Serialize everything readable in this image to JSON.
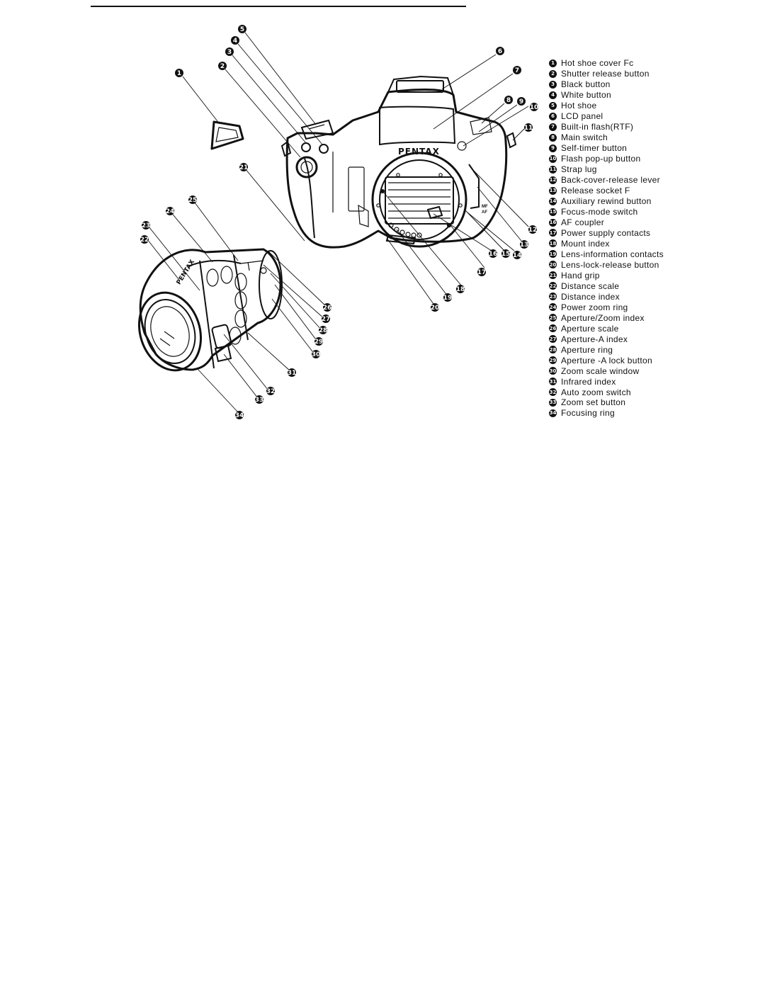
{
  "camera": {
    "brand_label": "PENTAX",
    "mode_marks": [
      "MF",
      "AF"
    ]
  },
  "lens": {
    "brand_label": "PENTAX"
  },
  "parts": [
    {
      "n": "1",
      "label": "Hot shoe cover Fc"
    },
    {
      "n": "2",
      "label": "Shutter release button"
    },
    {
      "n": "3",
      "label": "Black button"
    },
    {
      "n": "4",
      "label": "White button"
    },
    {
      "n": "5",
      "label": "Hot shoe"
    },
    {
      "n": "6",
      "label": "LCD panel"
    },
    {
      "n": "7",
      "label": "Built-in flash(RTF)"
    },
    {
      "n": "8",
      "label": "Main switch"
    },
    {
      "n": "9",
      "label": "Self-timer button"
    },
    {
      "n": "10",
      "label": "Flash pop-up button"
    },
    {
      "n": "11",
      "label": "Strap lug"
    },
    {
      "n": "12",
      "label": "Back-cover-release lever"
    },
    {
      "n": "13",
      "label": "Release socket F"
    },
    {
      "n": "14",
      "label": "Auxiliary rewind button"
    },
    {
      "n": "15",
      "label": "Focus-mode switch"
    },
    {
      "n": "16",
      "label": "AF coupler"
    },
    {
      "n": "17",
      "label": "Power supply contacts"
    },
    {
      "n": "18",
      "label": "Mount index"
    },
    {
      "n": "19",
      "label": "Lens-information contacts"
    },
    {
      "n": "20",
      "label": "Lens-lock-release button"
    },
    {
      "n": "21",
      "label": "Hand grip"
    },
    {
      "n": "22",
      "label": "Distance scale"
    },
    {
      "n": "23",
      "label": "Distance index"
    },
    {
      "n": "24",
      "label": "Power zoom ring"
    },
    {
      "n": "25",
      "label": "Aperture/Zoom index"
    },
    {
      "n": "26",
      "label": "Aperture scale"
    },
    {
      "n": "27",
      "label": "Aperture-A index"
    },
    {
      "n": "28",
      "label": "Aperture ring"
    },
    {
      "n": "29",
      "label": "Aperture -A lock button"
    },
    {
      "n": "30",
      "label": "Zoom scale window"
    },
    {
      "n": "31",
      "label": "Infrared index"
    },
    {
      "n": "32",
      "label": "Auto zoom switch"
    },
    {
      "n": "33",
      "label": "Zoom set button"
    },
    {
      "n": "34",
      "label": "Focusing ring"
    }
  ]
}
